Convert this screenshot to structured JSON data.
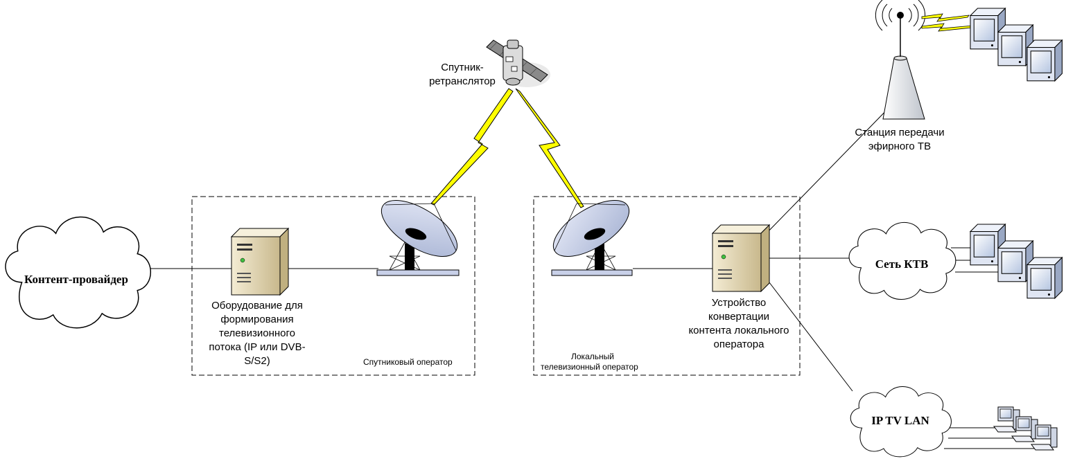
{
  "labels": {
    "content_provider": "Контент-провайдер",
    "equipment_line1": "Оборудование для",
    "equipment_line2": "формирования",
    "equipment_line3": "телевизионного",
    "equipment_line4": "потока (IP или DVB-",
    "equipment_line5": "S/S2)",
    "satellite_line1": "Спутник-",
    "satellite_line2": "ретранслятор",
    "satellite_operator": "Спутниковый оператор",
    "local_operator_line1": "Локальный",
    "local_operator_line2": "телевизионный оператор",
    "converter_line1": "Устройство",
    "converter_line2": "конвертации",
    "converter_line3": "контента локального",
    "converter_line4": "оператора",
    "station_line1": "Станция передачи",
    "station_line2": "эфирного ТВ",
    "cable_network": "Сеть КТВ",
    "iptv_lan": "IP TV LAN"
  },
  "colors": {
    "line": "#000000",
    "dish": "#c8d0e8",
    "server": "#e8dcc0",
    "lightning": "#ffff00",
    "monitor": "#c8d8f0"
  },
  "icons": [
    "cloud-icon",
    "server-icon",
    "satellite-dish-icon",
    "satellite-icon",
    "lightning-icon",
    "broadcast-tower-icon",
    "tv-monitor-icon",
    "workstation-icon"
  ]
}
